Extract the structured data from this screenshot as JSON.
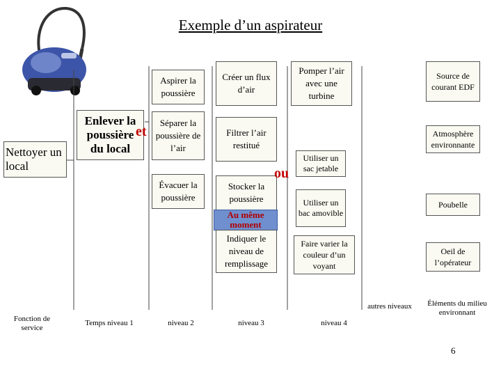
{
  "title": "Exemple d’un aspirateur",
  "root": "Nettoyer un local",
  "level1": {
    "line1": "Enlever la",
    "line2": "poussière",
    "line3": "du local",
    "connector": "et"
  },
  "level2": {
    "aspirer": "Aspirer la poussière",
    "separer": "Séparer la poussière de l’air",
    "evacuer": "Évacuer la poussière"
  },
  "level3": {
    "creer": "Créer un flux d’air",
    "filtrer": "Filtrer l’air restitué",
    "stocker": "Stocker la poussière",
    "meme": "Au même moment",
    "indiquer": "Indiquer le niveau de remplissage",
    "connector": "ou"
  },
  "level4": {
    "pomper": "Pomper l’air avec une turbine",
    "sac_jetable": "Utiliser un sac jetable",
    "sac_amovible": "Utiliser un bac amovible",
    "voyant": "Faire varier la couleur d’un voyant"
  },
  "milieu": {
    "source": "Source de courant EDF",
    "atmosphere": "Atmosphère environnante",
    "poubelle": "Poubelle",
    "oeil": "Oeil de l’opérateur"
  },
  "footer": {
    "fonction": "Fonction de service",
    "temps": "Temps niveau 1",
    "niveau2": "niveau 2",
    "niveau3": "niveau 3",
    "niveau4": "niveau 4",
    "autres": "autres niveaux",
    "elements": "Éléments du milieu environnant"
  },
  "page_number": "6",
  "colors": {
    "box_border": "#555555",
    "red": "#c00000",
    "blue_badge": "#6f8fcf",
    "vacuum": "#3d55a8"
  }
}
